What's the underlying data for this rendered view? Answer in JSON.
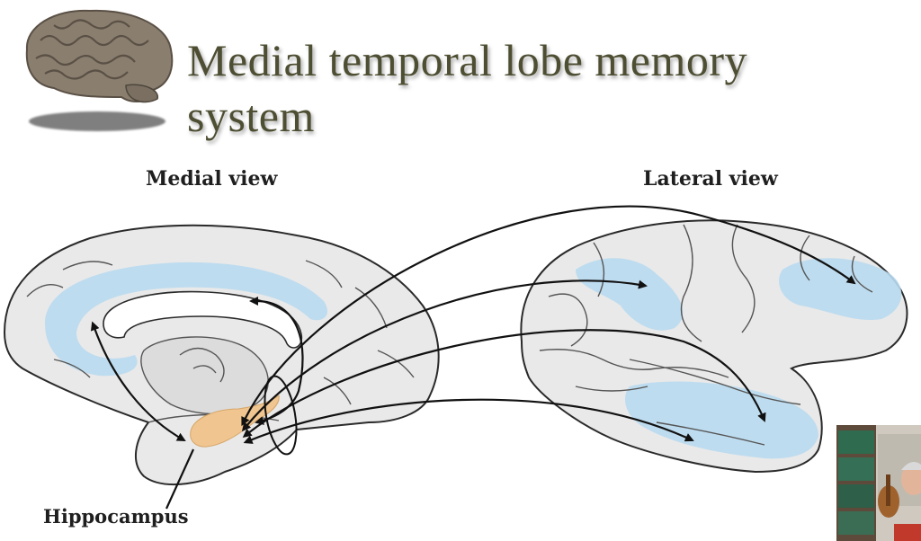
{
  "slide": {
    "title_lines": [
      "Medial temporal lobe memory",
      "system"
    ],
    "labels": {
      "medial_view": "Medial view",
      "lateral_view": "Lateral view",
      "hippocampus": "Hippocampus"
    },
    "icons": {
      "title_decoration": "brain-icon",
      "presenter": "presenter-webcam"
    },
    "colors": {
      "title": "#4e4e33",
      "cortex_highlight": "#b9daf0",
      "hippocampus": "#f0c58f",
      "brain_fill": "#e9e9e9",
      "arrows": "#111111"
    }
  }
}
